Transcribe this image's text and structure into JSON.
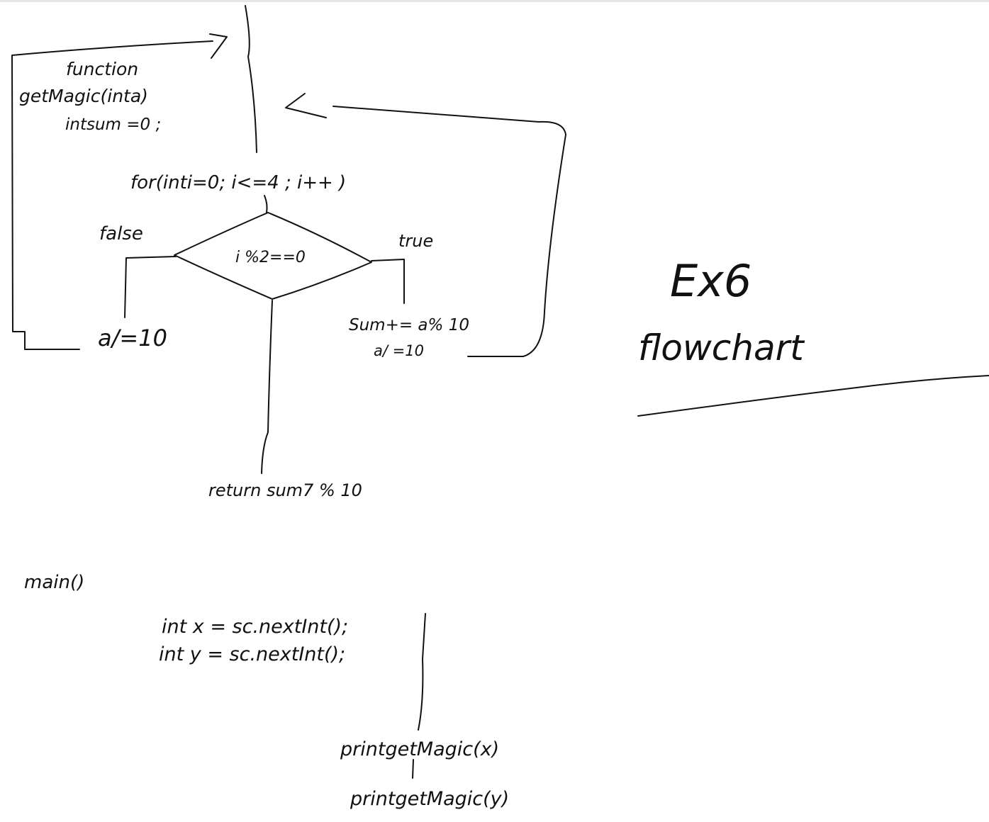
{
  "function_block": {
    "line1": "function",
    "line2": "getMagic(inta)",
    "line3": "intsum =0 ;"
  },
  "loop_header": "for(inti=0; i<=4 ; i++ )",
  "decision": {
    "condition": "i %2==0",
    "false_label": "false",
    "true_label": "true"
  },
  "false_branch": "a/=10",
  "true_branch": {
    "line1": "Sum+= a% 10",
    "line2": "a/ =10"
  },
  "return_stmt": "return sum7 % 10",
  "title": {
    "line1": "Ex6",
    "line2": "flowchart"
  },
  "main": {
    "header": "main()",
    "line1": "int x = sc.nextInt();",
    "line2": "int y = sc.nextInt();",
    "print1": "printgetMagic(x)",
    "print2": "printgetMagic(y)"
  },
  "colors": {
    "ink": "#111111",
    "background": "#ffffff"
  }
}
